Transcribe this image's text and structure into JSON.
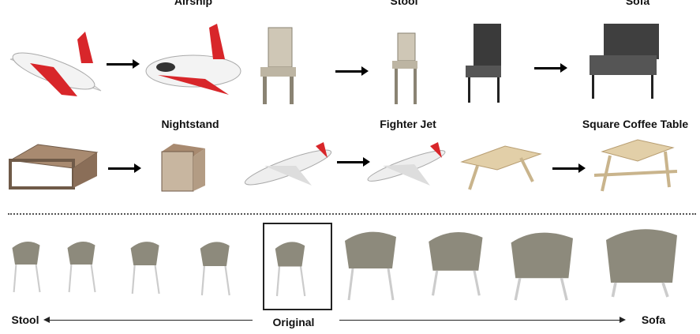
{
  "row1": {
    "labels": [
      "Airship",
      "Stool",
      "Sofa"
    ]
  },
  "row2": {
    "labels": [
      "Nightstand",
      "Fighter Jet",
      "Square Coffee Table"
    ]
  },
  "row3": {
    "left_label": "Stool",
    "center_label": "Original",
    "right_label": "Sofa"
  },
  "colors": {
    "plane_red": "#d8262a",
    "chair_wood": "#cfc7b6",
    "chair_dark": "#3a3a3a",
    "table_wood": "#a88a70",
    "shell": "#8d8a7c"
  }
}
